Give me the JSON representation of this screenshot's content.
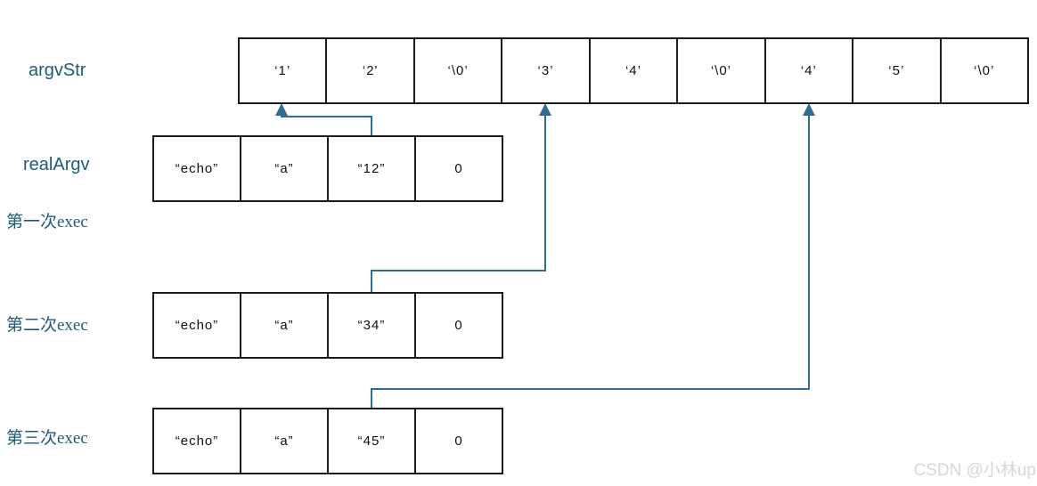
{
  "colors": {
    "accent_text": "#1F5C73",
    "arrow": "#2E6E96",
    "box_border": "#1A1A1A",
    "watermark": "#D6D6D6"
  },
  "rows": {
    "argvStr": {
      "label": "argvStr",
      "cells": [
        "‘1’",
        "‘2'",
        "‘\\0’",
        "‘3’",
        "‘4’",
        "‘\\0’",
        "‘4’",
        "‘5’",
        "‘\\0’"
      ]
    },
    "realArgv": {
      "label": "realArgv",
      "cells": [
        "“echo”",
        "“a”",
        "“12”",
        "0"
      ]
    },
    "exec1": {
      "label": "第一次exec"
    },
    "exec2": {
      "label": "第二次exec",
      "cells": [
        "“echo”",
        "“a”",
        "“34”",
        "0"
      ]
    },
    "exec3": {
      "label": "第三次exec",
      "cells": [
        "“echo”",
        "“a”",
        "“45”",
        "0"
      ]
    }
  },
  "arrows": [
    {
      "from": "realArgv cell “12”",
      "to": "argvStr cell ‘1’"
    },
    {
      "from": "第二次exec cell “34”",
      "to": "argvStr cell ‘3’"
    },
    {
      "from": "第三次exec cell “45”",
      "to": "argvStr cell ‘4’ (7th)"
    }
  ],
  "watermark": "CSDN @小林up"
}
